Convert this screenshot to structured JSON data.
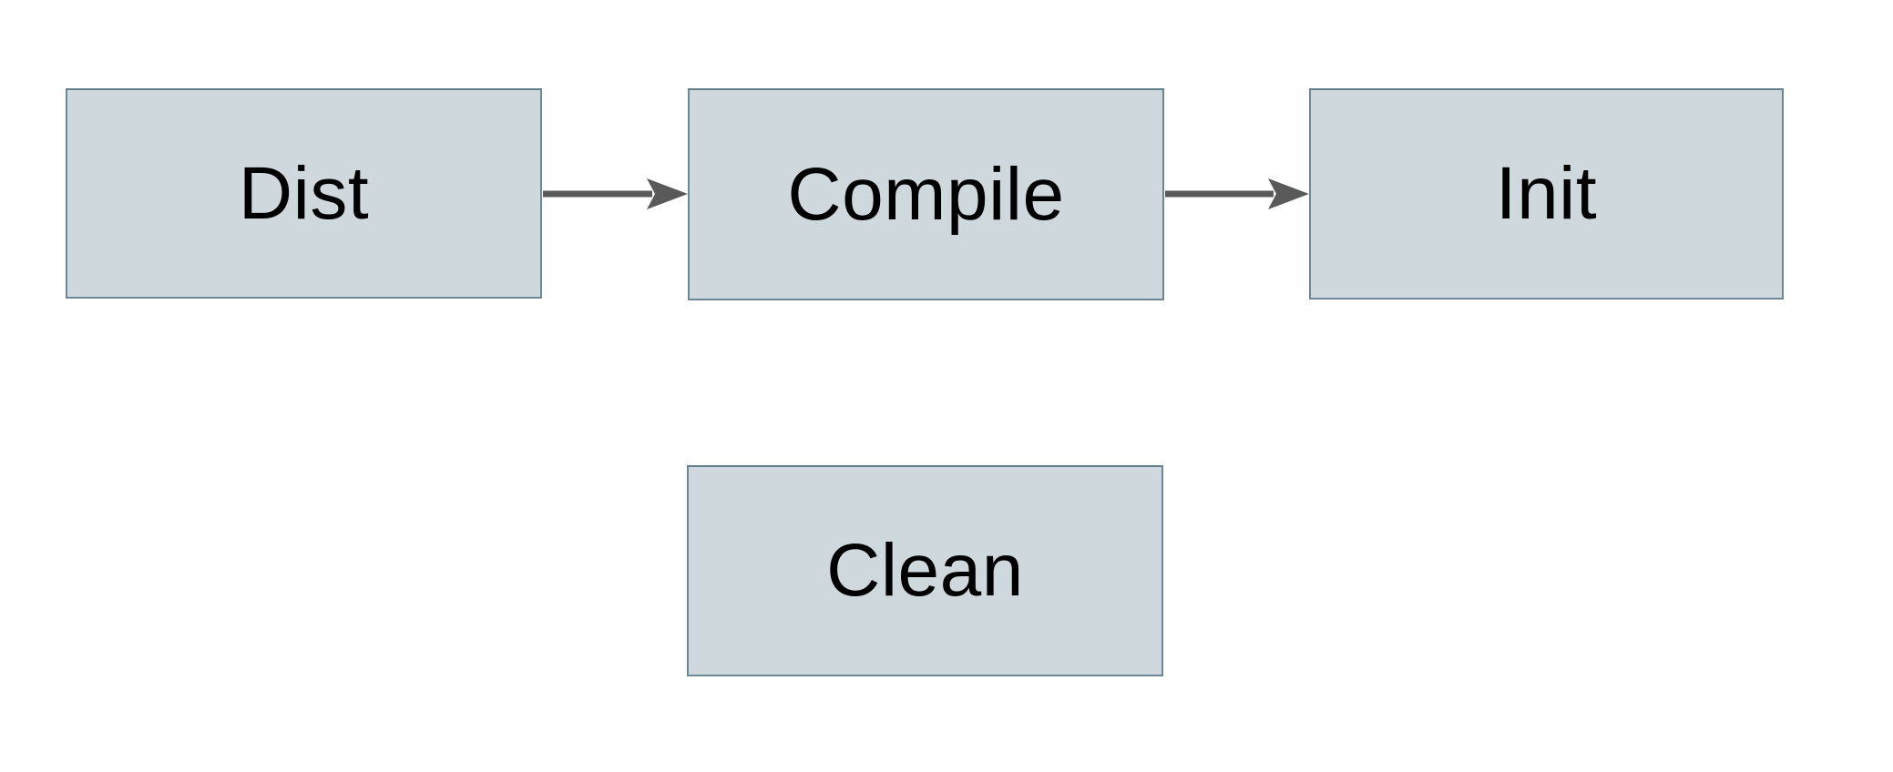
{
  "diagram": {
    "type": "flowchart",
    "nodes": [
      {
        "id": "dist",
        "label": "Dist"
      },
      {
        "id": "compile",
        "label": "Compile"
      },
      {
        "id": "init",
        "label": "Init"
      },
      {
        "id": "clean",
        "label": "Clean"
      }
    ],
    "edges": [
      {
        "from": "dist",
        "to": "compile",
        "direction": "right"
      },
      {
        "from": "compile",
        "to": "init",
        "direction": "right"
      }
    ],
    "colors": {
      "background": "#ffffff",
      "node_fill": "#cfd8dc",
      "node_border": "#6e8794",
      "label_text": "#000000",
      "arrow": "#595959"
    }
  }
}
